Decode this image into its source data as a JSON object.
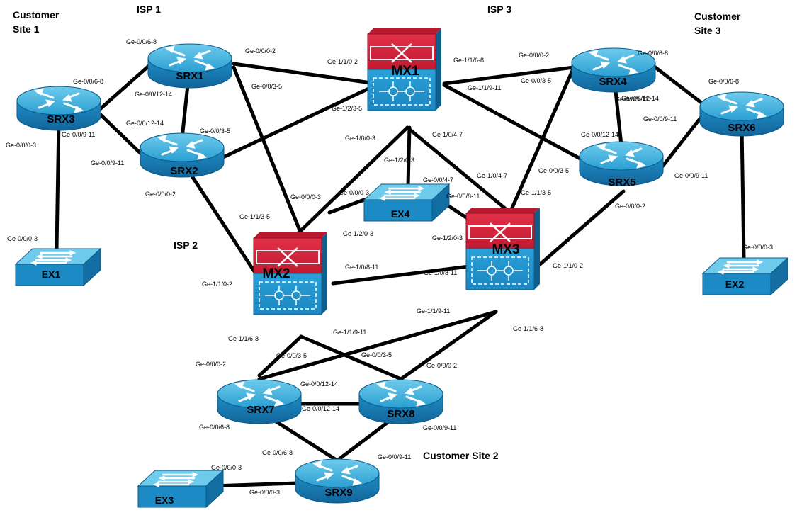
{
  "sites": [
    {
      "id": "customer-site-1",
      "lines": [
        "Customer",
        "Site 1"
      ]
    },
    {
      "id": "isp-1",
      "lines": [
        "ISP 1"
      ]
    },
    {
      "id": "isp-3",
      "lines": [
        "ISP 3"
      ]
    },
    {
      "id": "customer-site-3",
      "lines": [
        "Customer",
        "Site 3"
      ]
    },
    {
      "id": "isp-2",
      "lines": [
        "ISP 2"
      ]
    },
    {
      "id": "customer-site-2",
      "lines": [
        "Customer Site 2"
      ]
    }
  ],
  "devices": [
    {
      "id": "srx1",
      "type": "router",
      "label": "SRX1"
    },
    {
      "id": "srx2",
      "type": "router",
      "label": "SRX2"
    },
    {
      "id": "srx3",
      "type": "router",
      "label": "SRX3"
    },
    {
      "id": "srx4",
      "type": "router",
      "label": "SRX4"
    },
    {
      "id": "srx5",
      "type": "router",
      "label": "SRX5"
    },
    {
      "id": "srx6",
      "type": "router",
      "label": "SRX6"
    },
    {
      "id": "srx7",
      "type": "router",
      "label": "SRX7"
    },
    {
      "id": "srx8",
      "type": "router",
      "label": "SRX8"
    },
    {
      "id": "srx9",
      "type": "router",
      "label": "SRX9"
    },
    {
      "id": "mx1",
      "type": "mx",
      "label": "MX1"
    },
    {
      "id": "mx2",
      "type": "mx",
      "label": "MX2"
    },
    {
      "id": "mx3",
      "type": "mx",
      "label": "MX3"
    },
    {
      "id": "ex1",
      "type": "switch",
      "label": "EX1"
    },
    {
      "id": "ex2",
      "type": "switch",
      "label": "EX2"
    },
    {
      "id": "ex3",
      "type": "switch",
      "label": "EX3"
    },
    {
      "id": "ex4",
      "type": "switch",
      "label": "EX4"
    }
  ],
  "links": [
    {
      "from": "srx1",
      "to": "srx3"
    },
    {
      "from": "srx1",
      "to": "srx2"
    },
    {
      "from": "srx1",
      "to": "mx1"
    },
    {
      "from": "srx1",
      "to": "mx2"
    },
    {
      "from": "srx2",
      "to": "srx3"
    },
    {
      "from": "srx2",
      "to": "mx1"
    },
    {
      "from": "srx2",
      "to": "mx2"
    },
    {
      "from": "srx3",
      "to": "ex1"
    },
    {
      "from": "mx1",
      "to": "srx4"
    },
    {
      "from": "mx1",
      "to": "srx5"
    },
    {
      "from": "mx1",
      "to": "ex4"
    },
    {
      "from": "mx1",
      "to": "mx2"
    },
    {
      "from": "mx1",
      "to": "mx3"
    },
    {
      "from": "srx4",
      "to": "srx5"
    },
    {
      "from": "srx4",
      "to": "srx6"
    },
    {
      "from": "srx4",
      "to": "mx3"
    },
    {
      "from": "srx5",
      "to": "srx6"
    },
    {
      "from": "srx5",
      "to": "mx3"
    },
    {
      "from": "srx6",
      "to": "ex2"
    },
    {
      "from": "ex4",
      "to": "mx2"
    },
    {
      "from": "ex4",
      "to": "mx3"
    },
    {
      "from": "mx2",
      "to": "mx3"
    },
    {
      "from": "mx2",
      "to": "srx7"
    },
    {
      "from": "mx2",
      "to": "srx8"
    },
    {
      "from": "mx3",
      "to": "srx7"
    },
    {
      "from": "mx3",
      "to": "srx8"
    },
    {
      "from": "srx7",
      "to": "srx8"
    },
    {
      "from": "srx7",
      "to": "srx9"
    },
    {
      "from": "srx8",
      "to": "srx9"
    },
    {
      "from": "srx9",
      "to": "ex3"
    }
  ],
  "port_labels": [
    "Ge-0/0/6-8",
    "Ge-0/0/0-2",
    "Ge-0/0/6-8",
    "Ge-0/0/12-14",
    "Ge-0/0/3-5",
    "Ge-0/0/12-14",
    "Ge-0/0/3-5",
    "Ge-0/0/9-11",
    "Ge-0/0/9-11",
    "Ge-0/0/0-3",
    "Ge-0/0/0-2",
    "Ge-0/0/0-3",
    "Ge-1/1/0-2",
    "Ge-1/2/3-5",
    "Ge-1/0/0-3",
    "Ge-1/2/0-3",
    "Ge-1/1/6-8",
    "Ge-1/1/9-11",
    "Ge-1/0/4-7",
    "Ge-1/0/4-7",
    "Ge-0/0/0-2",
    "Ge-0/0/3-5",
    "Ge-0/0/6-8",
    "Ge-0/0/12-14",
    "Ge-0/0/12-14",
    "Ge-0/0/9-11",
    "Ge-0/0/6-8",
    "Ge-0/0/3-5",
    "Ge-0/0/9-11",
    "Ge-0/0/9-11",
    "Ge-1/1/3-5",
    "Ge-0/0/0-3",
    "Ge-0/0/0-2",
    "Ge-0/0/0-3",
    "Ge-0/0/0-3",
    "Ge-0/0/4-7",
    "Ge-0/0/8-11",
    "Ge-1/1/3-5",
    "Ge-1/2/0-3",
    "Ge-1/2/0-3",
    "Ge-1/0/8-11",
    "Ge-1/0/8-11",
    "Ge-1/1/0-2",
    "Ge-1/1/0-2",
    "Ge-1/1/9-11",
    "Ge-1/1/6-8",
    "Ge-1/1/6-8",
    "Ge-1/1/9-11",
    "Ge-0/0/3-5",
    "Ge-0/0/3-5",
    "Ge-0/0/0-2",
    "Ge-0/0/0-2",
    "Ge-0/0/12-14",
    "Ge-0/0/12-14",
    "Ge-0/0/6-8",
    "Ge-0/0/9-11",
    "Ge-0/0/6-8",
    "Ge-0/0/9-11",
    "Ge-0/0/0-3",
    "Ge-0/0/0-3"
  ],
  "colors": {
    "router_top": "#43b3da",
    "router_side": "#1b86c0",
    "router_edge": "#0f5f8c",
    "mx_red": "#d6213a",
    "mx_red_dark": "#a51328",
    "mx_blue": "#2295cf",
    "mx_blue_dark": "#1673a6",
    "switch_top": "#53bde3",
    "switch_side": "#1a82bb",
    "link": "#000000"
  }
}
